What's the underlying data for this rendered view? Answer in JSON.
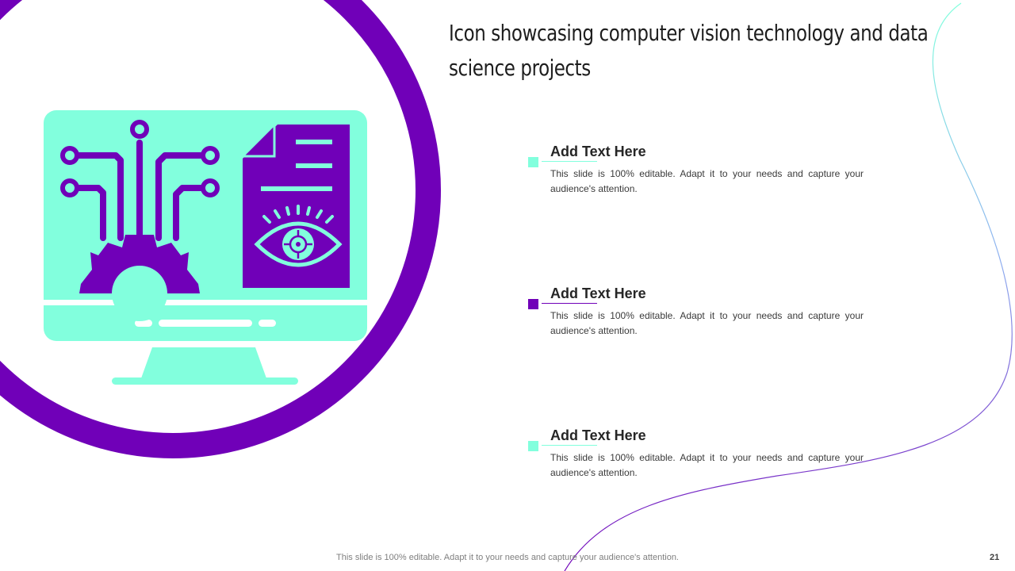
{
  "slide": {
    "title": "Icon showcasing computer vision technology and data science projects",
    "items": [
      {
        "heading": "Add Text Here",
        "body": "This slide is 100% editable. Adapt it to your needs and capture your audience's attention.",
        "bullet_color": "#82FFDD"
      },
      {
        "heading": "Add Text Here",
        "body": "This slide is 100% editable. Adapt it to your needs and capture your audience's attention.",
        "bullet_color": "#7000B8"
      },
      {
        "heading": "Add Text Here",
        "body": "This slide is 100% editable. Adapt it to your needs and capture your audience's attention.",
        "bullet_color": "#82FFDD"
      }
    ],
    "footer": "This slide is 100% editable. Adapt it to your needs and capture your audience's attention.",
    "page_number": "21"
  },
  "colors": {
    "accent_purple": "#7000B8",
    "accent_mint": "#82FFDD",
    "text_dark": "#262626"
  },
  "icons": [
    "computer-vision-monitor-icon",
    "circuit-gear-icon",
    "document-eye-icon"
  ]
}
